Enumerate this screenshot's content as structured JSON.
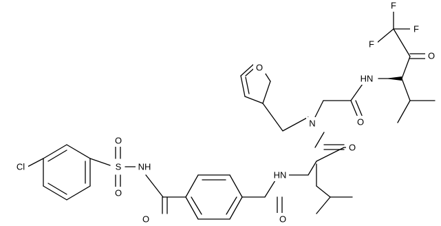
{
  "atom_labels": {
    "cl": "Cl",
    "s": "S",
    "o_s_top": "O",
    "o_s_bottom": "O",
    "nh_sulfonamide": "NH",
    "o_amide1": "O",
    "o_amide2": "O",
    "nh_amide2": "HN",
    "o_furan": "O",
    "n_tertiary": "N",
    "o_amide3": "O",
    "o_glycine": "O",
    "nh_amide4": "HN",
    "o_ketone": "O",
    "f1": "F",
    "f2": "F",
    "f3": "F"
  },
  "colors": {
    "ink": "#000000",
    "background": "#ffffff"
  }
}
